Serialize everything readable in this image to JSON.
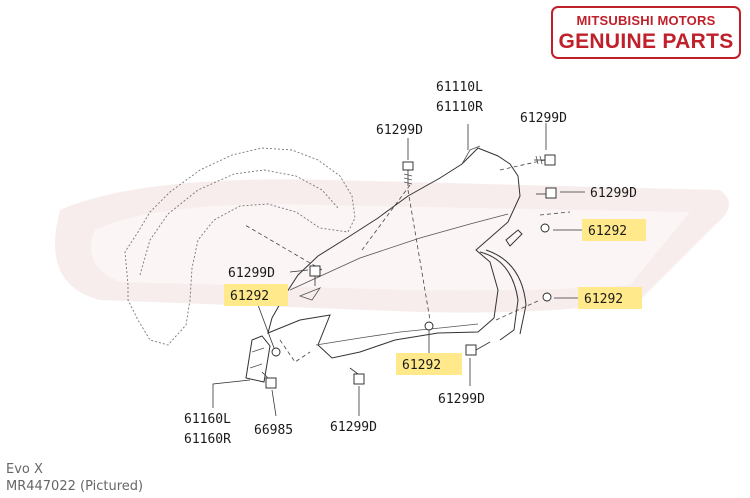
{
  "logo": {
    "line1": "MITSUBISHI MOTORS",
    "line2": "GENUINE PARTS",
    "color": "#c0202a"
  },
  "labels": {
    "fender_l": "61110L",
    "fender_r": "61110R",
    "bolt_top_left": "61299D",
    "bolt_top_right": "61299D",
    "bolt_right_mid": "61299D",
    "clip_right_upper": "61292",
    "bolt_left": "61299D",
    "clip_left": "61292",
    "clip_right_lower": "61292",
    "clip_bottom_center": "61292",
    "bolt_bottom_right": "61299D",
    "bracket_l": "61160L",
    "bracket_r": "61160R",
    "bolt_bracket": "66985",
    "bolt_bottom": "61299D"
  },
  "caption": {
    "model": "Evo X",
    "part": "MR447022  (Pictured)"
  },
  "highlight_color": "#ffe98a"
}
